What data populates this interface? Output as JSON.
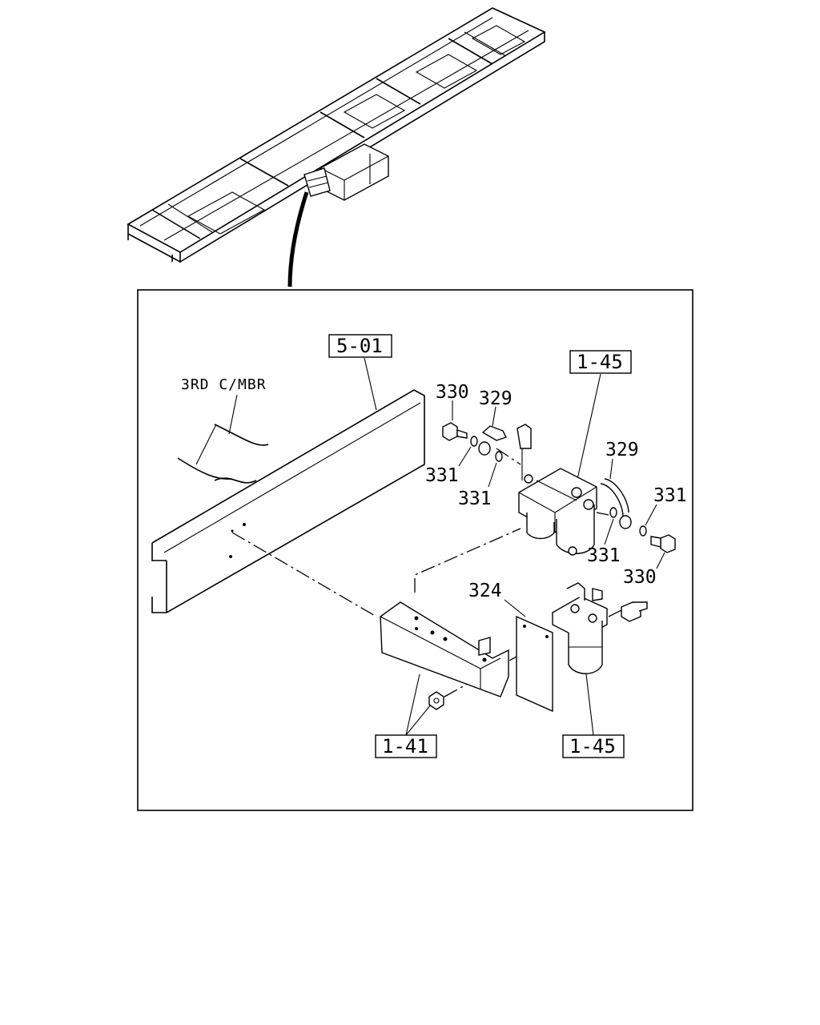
{
  "overview": {
    "arrow_label": ""
  },
  "detail": {
    "note": "3RD C/MBR",
    "ref_boxes": [
      {
        "text": "5-01"
      },
      {
        "text": "1-45"
      },
      {
        "text": "1-41"
      },
      {
        "text": "1-45"
      }
    ],
    "callouts": [
      {
        "text": "330"
      },
      {
        "text": "329"
      },
      {
        "text": "331"
      },
      {
        "text": "331"
      },
      {
        "text": "329"
      },
      {
        "text": "331"
      },
      {
        "text": "331"
      },
      {
        "text": "330"
      },
      {
        "text": "324"
      }
    ]
  }
}
